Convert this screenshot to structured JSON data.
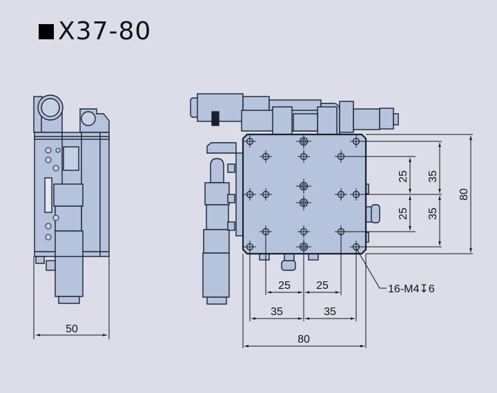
{
  "title": {
    "marker": "black-square",
    "model": "X37-80"
  },
  "colors": {
    "background": "#dcdde9",
    "part_fill": "#b5c3dc",
    "part_fill_light": "#c6d1e6",
    "line": "#1a1f2e",
    "text": "#111111"
  },
  "side_view": {
    "width_dim": "50"
  },
  "top_view": {
    "horizontal_dims": {
      "inner_left": "25",
      "inner_right": "25",
      "mid_left": "35",
      "mid_right": "35",
      "overall": "80"
    },
    "vertical_dims": {
      "inner_top": "25",
      "inner_bottom": "25",
      "mid_top": "35",
      "mid_bottom": "35",
      "overall": "80"
    },
    "hole_callout": "16-M4↧6"
  }
}
